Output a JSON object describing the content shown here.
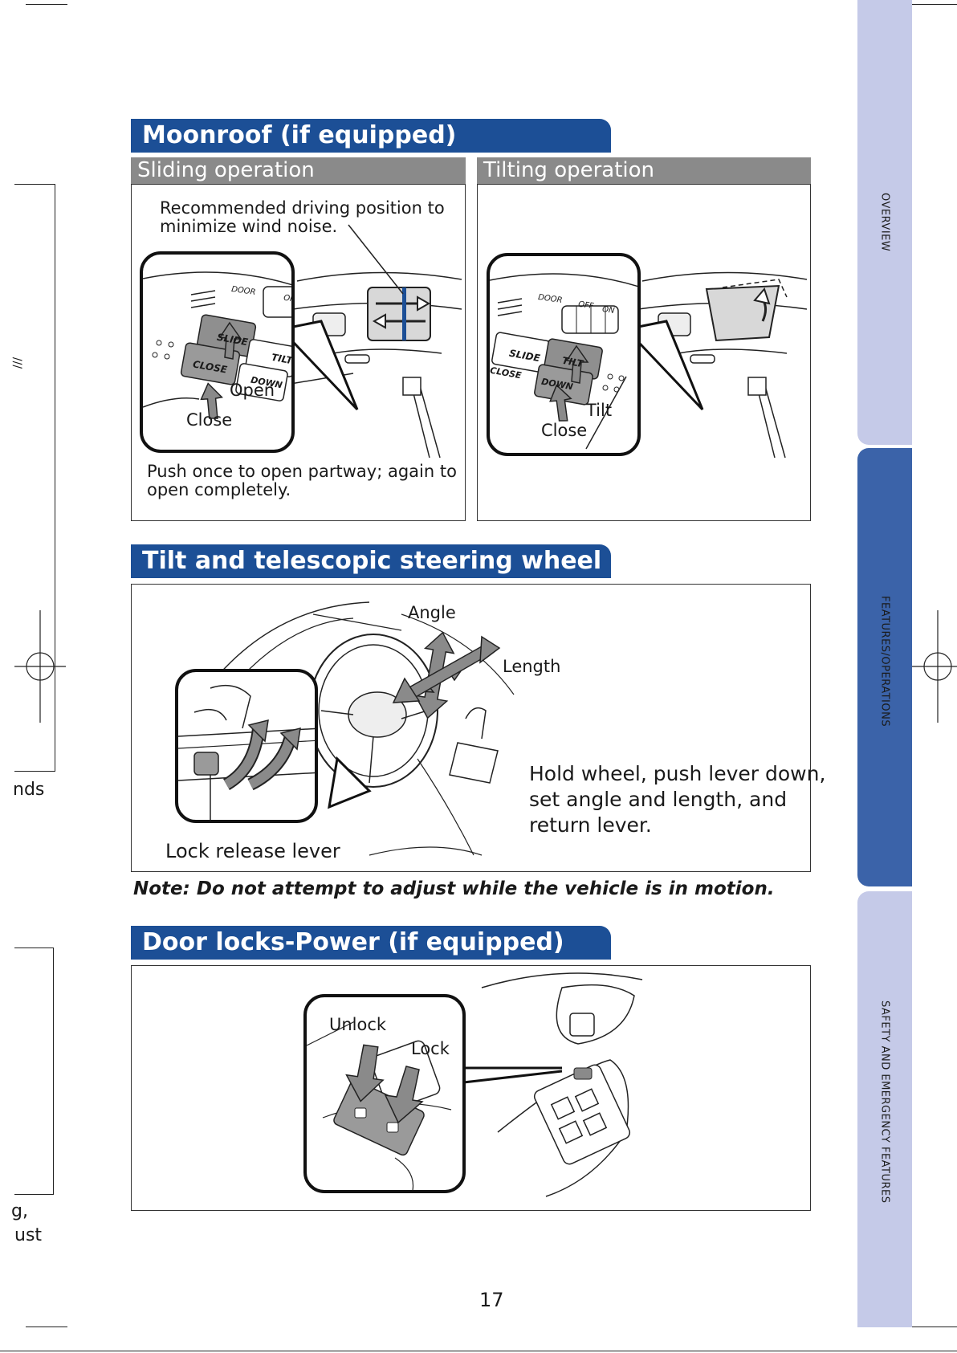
{
  "tabs": {
    "overview": "OVERVIEW",
    "features": "FEATURES/OPERATIONS",
    "safety": "SAFETY AND EMERGENCY FEATURES"
  },
  "left_margin": {
    "marks": "///",
    "fragment1": "nds",
    "fragment2": "g,",
    "fragment3": "ust"
  },
  "moonroof": {
    "title": "Moonroof (if equipped)",
    "sliding": {
      "title": "Sliding operation",
      "caption_top_line1": "Recommended driving position to",
      "caption_top_line2": "minimize wind noise.",
      "open_label": "Open",
      "close_label": "Close",
      "caption_bottom_line1": "Push once to open partway; again to",
      "caption_bottom_line2": "open completely.",
      "switch_slide": "SLIDE",
      "switch_close": "CLOSE",
      "switch_tilt": "TILT",
      "switch_down": "DOWN",
      "switch_door": "DOOR",
      "switch_off": "OFF"
    },
    "tilting": {
      "title": "Tilting operation",
      "tilt_label": "Tilt",
      "close_label": "Close",
      "switch_slide": "SLIDE",
      "switch_close": "CLOSE",
      "switch_tilt": "TILT",
      "switch_down": "DOWN",
      "switch_door": "DOOR",
      "switch_off": "OFF",
      "switch_on": "ON"
    }
  },
  "steering": {
    "title": "Tilt and telescopic steering wheel",
    "angle_label": "Angle",
    "length_label": "Length",
    "lever_label": "Lock release lever",
    "desc_line1": "Hold wheel, push lever down,",
    "desc_line2": "set angle and length, and",
    "desc_line3": "return lever.",
    "note": "Note: Do not attempt to adjust while the vehicle is in motion."
  },
  "doorlocks": {
    "title": "Door locks-Power (if equipped)",
    "unlock_label": "Unlock",
    "lock_label": "Lock"
  },
  "page_number": "17",
  "colors": {
    "banner": "#1c4f96",
    "subheader": "#8a8a8a",
    "tab_light": "#c5cae8",
    "tab_dark": "#3b63a9"
  }
}
